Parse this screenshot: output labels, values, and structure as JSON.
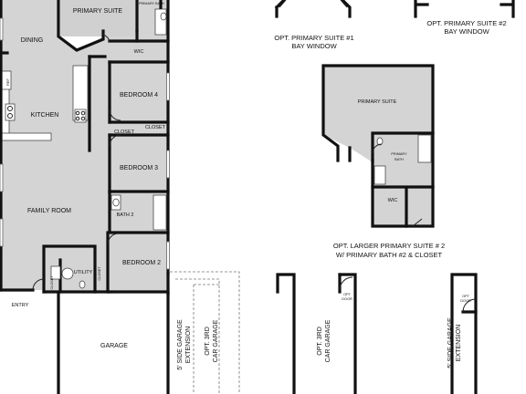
{
  "plan": {
    "rooms": {
      "primary_suite": "PRIMARY SUITE",
      "primary_bath": "PRIMARY BATH",
      "dining": "DINING",
      "wic": "WIC",
      "ref": "REF",
      "kitchen": "KITCHEN",
      "bedroom_4": "BEDROOM 4",
      "closet_a": "CLOSET",
      "closet_b": "CLOSET",
      "bedroom_3": "BEDROOM 3",
      "family_room": "FAMILY ROOM",
      "bath_2": "BATH 2",
      "bedroom_2": "BEDROOM 2",
      "utility": "UTILITY",
      "closet_c": "CLOSET",
      "closet_d": "CLOSET",
      "entry": "ENTRY",
      "garage": "GARAGE",
      "side_garage_ext": [
        "5' SIDE GARAGE",
        "EXTENSION"
      ],
      "opt_3rd_garage": [
        "OPT. 3RD",
        "CAR GARAGE"
      ]
    },
    "options": {
      "bay_1": [
        "OPT. PRIMARY SUITE #1",
        "BAY WINDOW"
      ],
      "bay_2": [
        "OPT. PRIMARY SUITE #2",
        "BAY WINDOW"
      ],
      "larger_suite": {
        "primary_suite": "PRIMARY SUITE",
        "primary_bath": [
          "PRIMARY",
          "BATH"
        ],
        "wic": "WIC",
        "caption": [
          "OPT. LARGER PRIMARY  SUITE # 2",
          "W/ PRIMARY BATH #2 & CLOSET"
        ]
      },
      "opt_3rd_garage": [
        "OPT. 3RD",
        "CAR GARAGE"
      ],
      "opt_door_a": [
        "OPT",
        "DOOR"
      ],
      "side_garage_ext": [
        "5' SIDE GARAGE",
        "EXTENSION"
      ],
      "opt_door_b": [
        "OPT",
        "DOOR"
      ]
    }
  }
}
